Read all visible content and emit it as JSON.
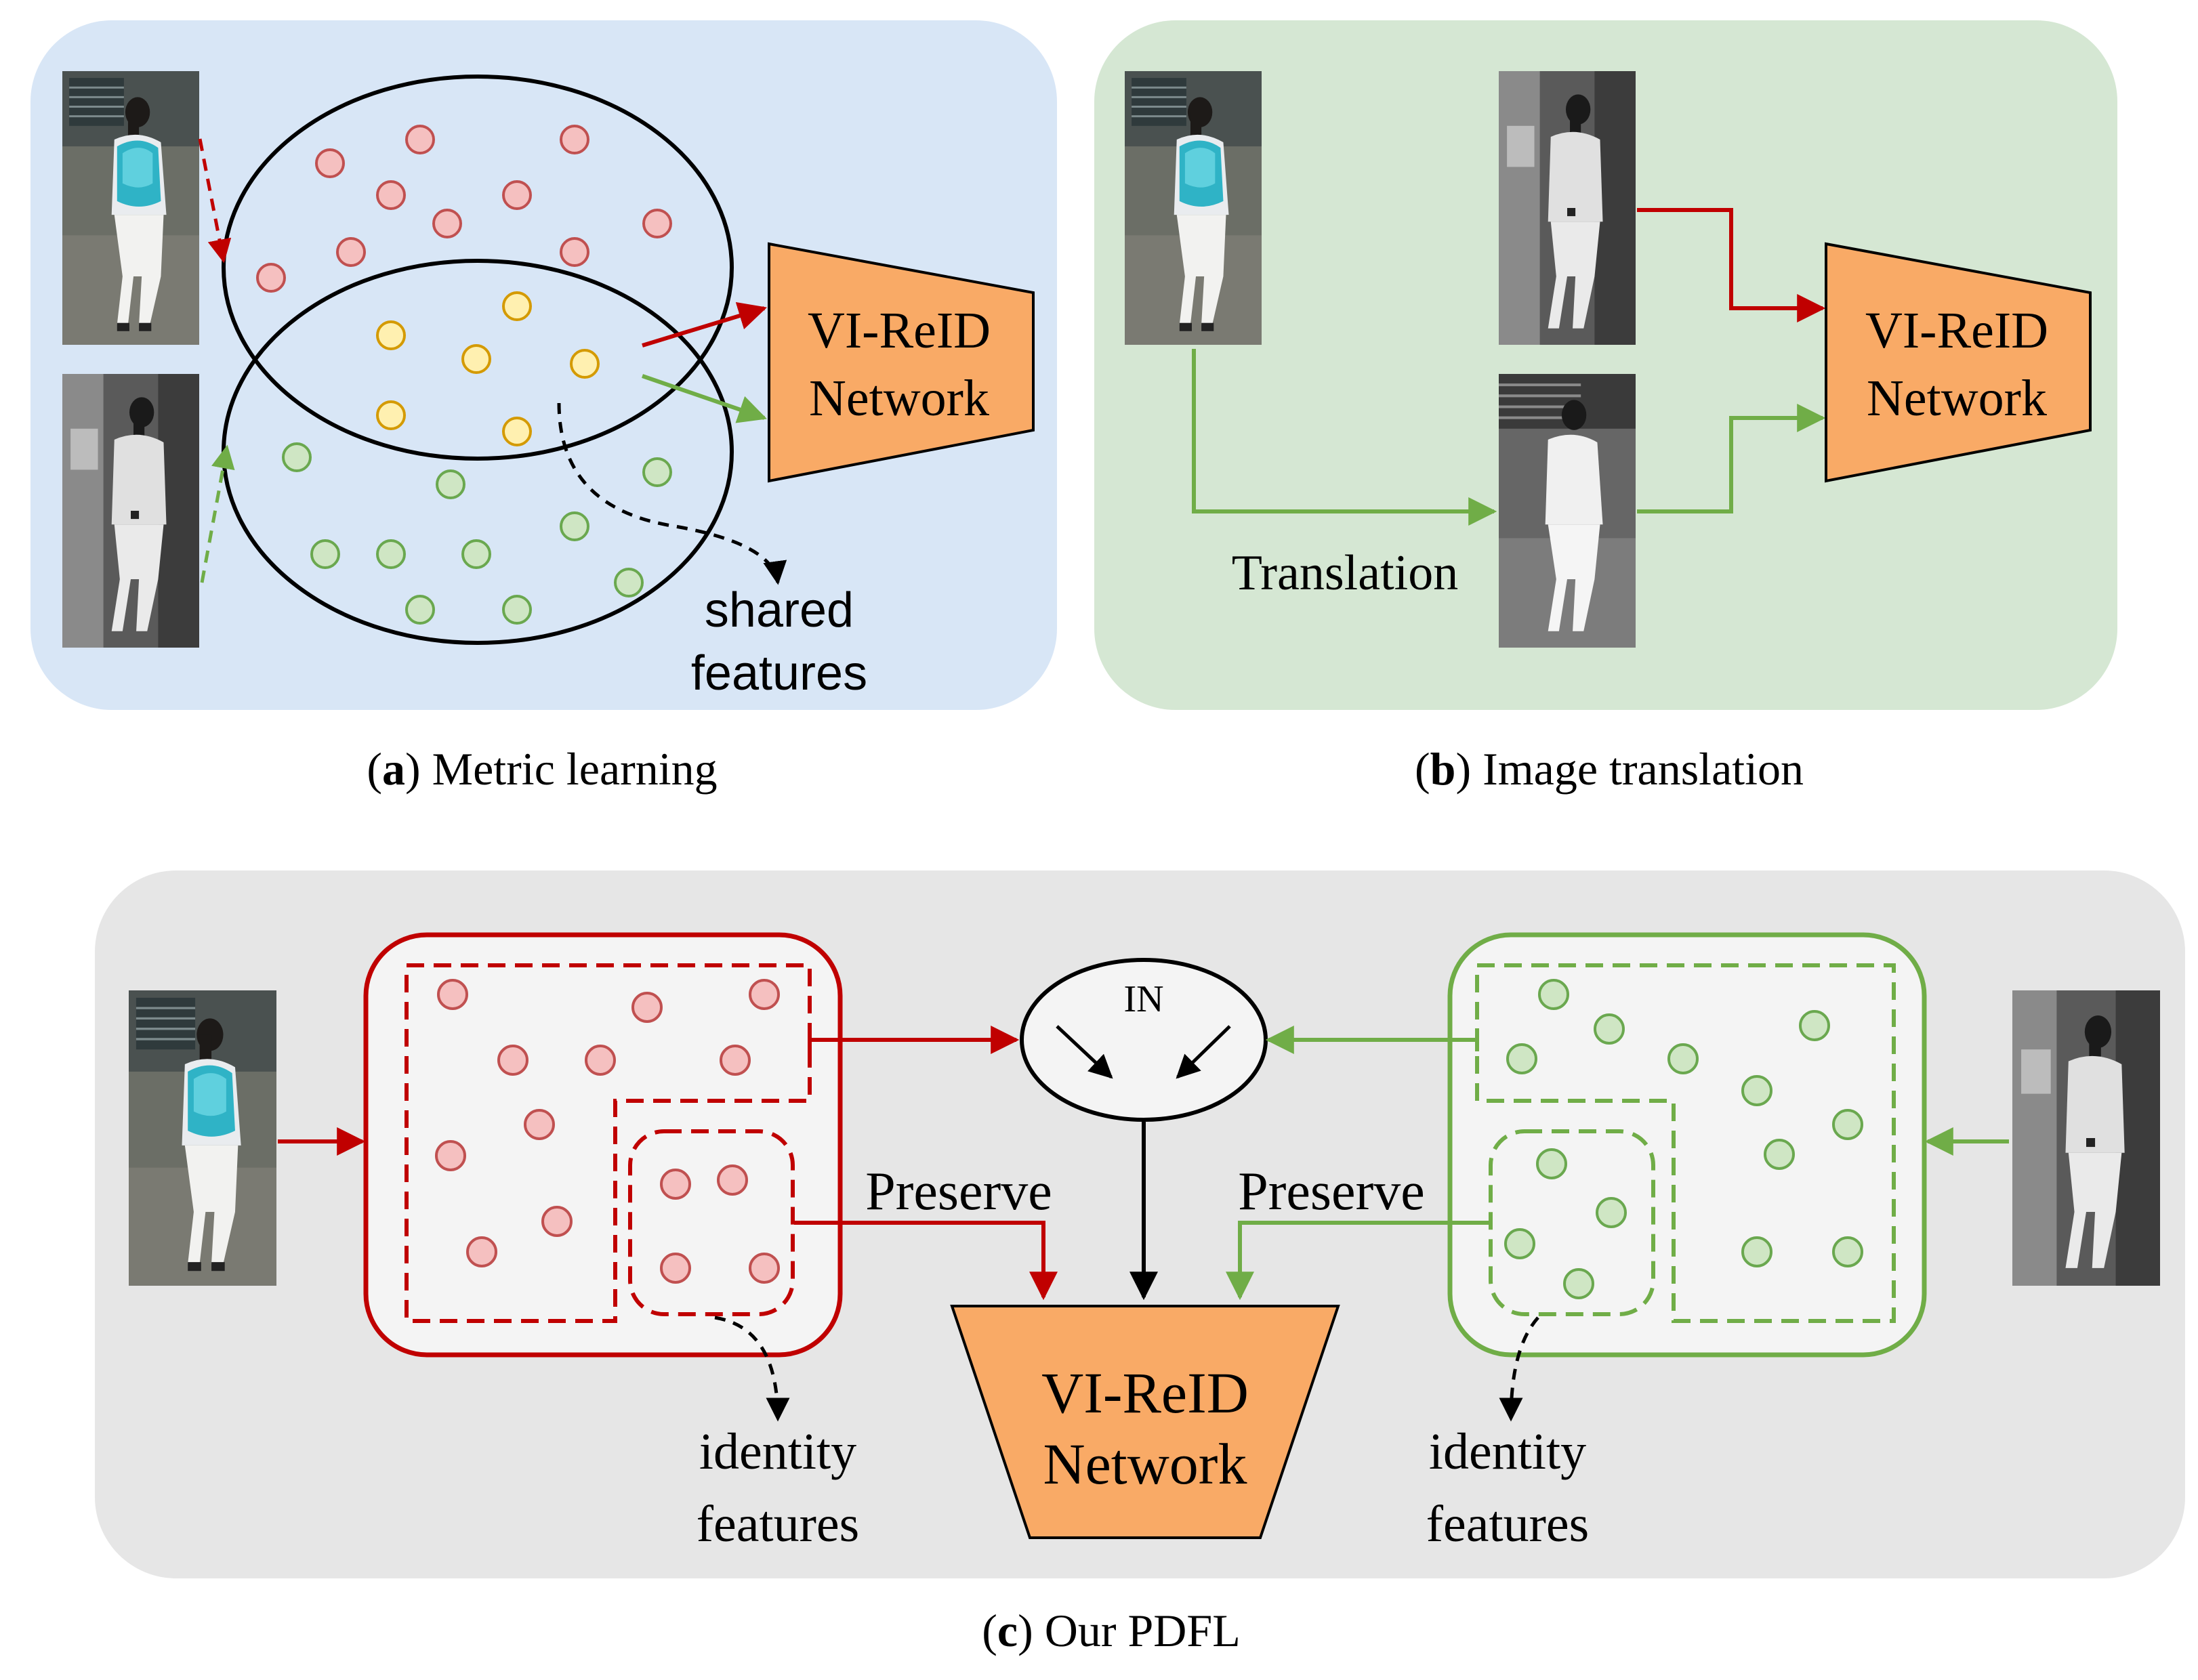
{
  "colors": {
    "panel_a_bg": "#d8e6f6",
    "panel_b_bg": "#d5e7d3",
    "panel_c_bg": "#e6e6e6",
    "box_fill": "#f4f4f4",
    "red": "#c00000",
    "green": "#70ad47",
    "orange_fill": "#f9aa66",
    "orange_dot": "#d49a00",
    "red_dot_fill": "#f5c0c0",
    "red_dot_stroke": "#c05050",
    "green_dot_fill": "#cfe6c4",
    "green_dot_stroke": "#6aa84f",
    "yellow_dot_fill": "#fff0b0"
  },
  "panel_a": {
    "network_line1": "VI-ReID",
    "network_line2": "Network",
    "note_line1": "shared",
    "note_line2": "features",
    "caption_letter": "a",
    "caption_text": "Metric learning"
  },
  "panel_b": {
    "network_line1": "VI-ReID",
    "network_line2": "Network",
    "translation_label": "Translation",
    "caption_letter": "b",
    "caption_text": "Image translation"
  },
  "panel_c": {
    "network_line1": "VI-ReID",
    "network_line2": "Network",
    "in_label": "IN",
    "preserve_left": "Preserve",
    "preserve_right": "Preserve",
    "identity_left_line1": "identity",
    "identity_left_line2": "features",
    "identity_right_line1": "identity",
    "identity_right_line2": "features",
    "caption_letter": "c",
    "caption_text": "Our PDFL"
  },
  "icons": {
    "rgb_photo": "person-walking-rgb-photo",
    "ir_photo": "person-walking-infrared-photo"
  }
}
